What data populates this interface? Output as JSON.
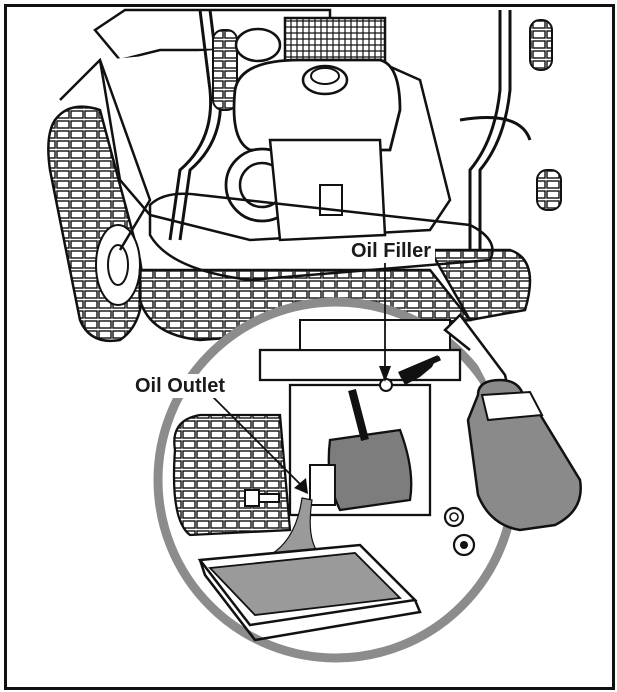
{
  "labels": {
    "oil_filler": "Oil Filler",
    "oil_outlet": "Oil Outlet"
  },
  "colors": {
    "outline": "#111111",
    "oil": "#9a9a9a",
    "tank": "#7d7d7d",
    "circle": "#8c8c8c",
    "background": "#ffffff"
  },
  "icons": [
    "engine-illustration",
    "track-illustration",
    "oil-bottle-icon",
    "drain-pan-icon",
    "arrow-icon"
  ]
}
